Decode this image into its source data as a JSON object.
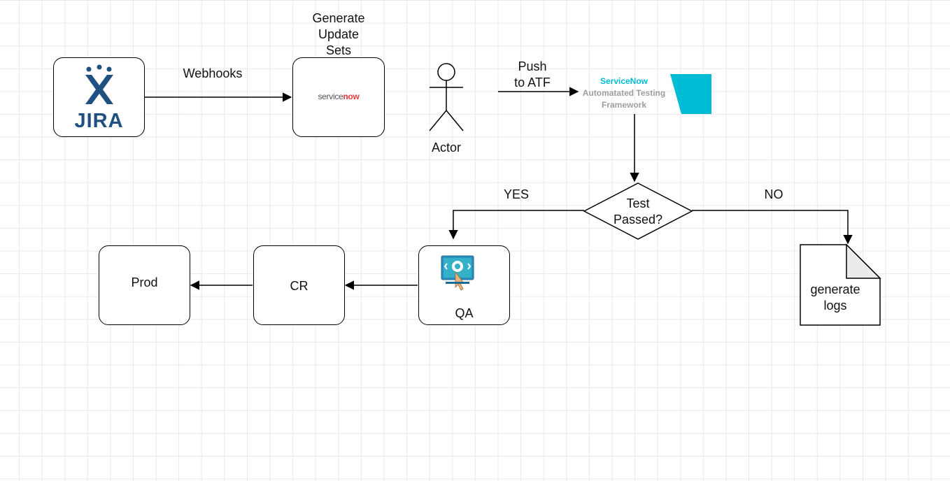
{
  "nodes": {
    "jira": {
      "logo_text": "JIRA"
    },
    "servicenow": {
      "title": "Generate\nUpdate\nSets",
      "logo_prefix": "service",
      "logo_suffix": "now"
    },
    "actor": {
      "label": "Actor"
    },
    "atf": {
      "line1": "ServiceNow",
      "line2": "Automatated Testing",
      "line3": "Framework"
    },
    "decision": {
      "label": "Test\nPassed?"
    },
    "qa": {
      "label": "QA"
    },
    "cr": {
      "label": "CR"
    },
    "prod": {
      "label": "Prod"
    },
    "logs": {
      "label": "generate\nlogs"
    }
  },
  "edges": {
    "webhooks": "Webhooks",
    "push_to_atf": "Push\nto ATF",
    "yes": "YES",
    "no": "NO"
  },
  "colors": {
    "jira_blue": "#205081",
    "servicenow_red": "#e03a3e",
    "atf_cyan": "#00bcd4",
    "atf_gray": "#9e9e9e",
    "qa_teal": "#1a8fa3"
  },
  "icons": {
    "jira": "jira-logo-icon",
    "actor": "stick-figure-icon",
    "atf": "atf-logo-icon",
    "qa": "qa-monitor-gear-icon",
    "logs": "document-icon"
  }
}
